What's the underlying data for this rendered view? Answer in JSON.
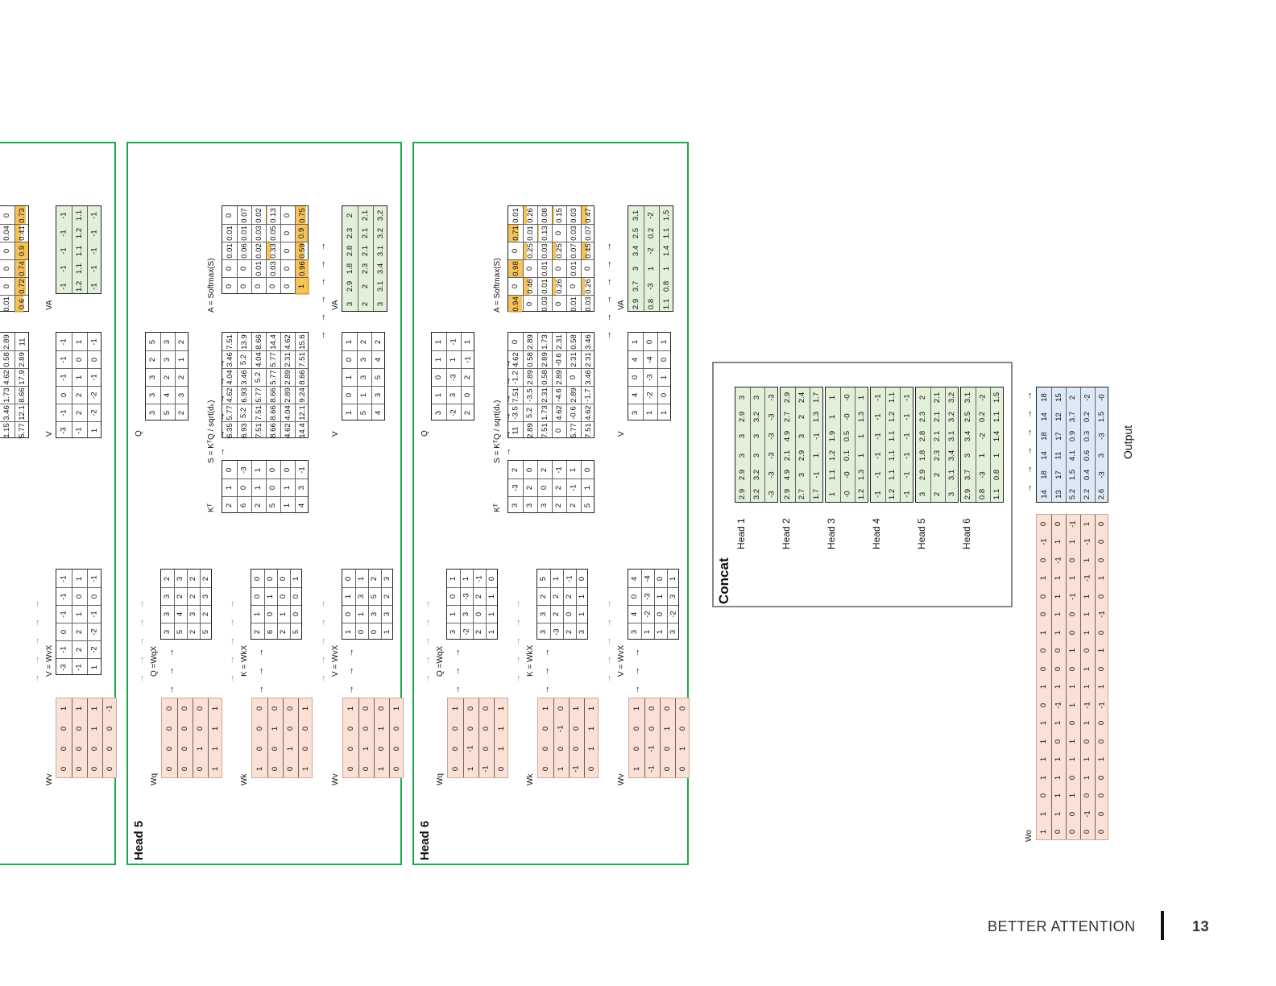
{
  "footer": {
    "section": "BETTER ATTENTION",
    "page": "13"
  },
  "heads": [
    {
      "title": "Head 5",
      "labels": {
        "wq": "Wq",
        "q": "Q =WqX",
        "wk": "Wk",
        "k": "K = WkX",
        "wv": "Wv",
        "v": "V = WvX",
        "kt": "Kᵀ",
        "s": "S = KᵀQ / sqrt(dₖ)",
        "a": "A = Softmax(S)",
        "q2": "Q",
        "v2": "V",
        "va": "VA"
      },
      "wq": [
        [
          "0",
          "0",
          "0",
          "0"
        ],
        [
          "0",
          "0",
          "0",
          "0"
        ],
        [
          "0",
          "1",
          "0",
          "0"
        ],
        [
          "1",
          "1",
          "1",
          "1"
        ]
      ],
      "q": [
        [
          "3",
          "3",
          "3",
          "2"
        ],
        [
          "5",
          "4",
          "2",
          "3"
        ],
        [
          "2",
          "3",
          "2",
          "2"
        ],
        [
          "5",
          "2",
          "3",
          "2"
        ]
      ],
      "wk": [
        [
          "1",
          "0",
          "0",
          "0"
        ],
        [
          "0",
          "0",
          "1",
          "0"
        ],
        [
          "0",
          "1",
          "0",
          "0"
        ],
        [
          "1",
          "0",
          "0",
          "1"
        ]
      ],
      "k": [
        [
          "2",
          "1",
          "0",
          "0"
        ],
        [
          "6",
          "0",
          "1",
          "0"
        ],
        [
          "2",
          "1",
          "0",
          "0"
        ],
        [
          "5",
          "0",
          "0",
          "1"
        ]
      ],
      "wv": [
        [
          "0",
          "0",
          "0",
          "1"
        ],
        [
          "0",
          "1",
          "0",
          "0"
        ],
        [
          "1",
          "0",
          "1",
          "0"
        ],
        [
          "0",
          "0",
          "0",
          "1"
        ]
      ],
      "v": [
        [
          "1",
          "0",
          "1",
          "0"
        ],
        [
          "0",
          "1",
          "3",
          "1"
        ],
        [
          "0",
          "3",
          "5",
          "2"
        ],
        [
          "1",
          "3",
          "2",
          "3"
        ]
      ],
      "kt": [
        [
          "2",
          "1",
          "0"
        ],
        [
          "6",
          "0",
          "-3"
        ],
        [
          "2",
          "1",
          "1"
        ],
        [
          "5",
          "0",
          "0"
        ],
        [
          "1",
          "1",
          "0"
        ],
        [
          "4",
          "3",
          "-1"
        ]
      ],
      "s": [
        [
          "6.35",
          "5.77",
          "4.62",
          "4.04",
          "3.46",
          "7.51"
        ],
        [
          "6.93",
          "5.2",
          "6.93",
          "3.46",
          "5.2",
          "13.9"
        ],
        [
          "7.51",
          "7.51",
          "5.77",
          "5.2",
          "4.04",
          "8.66"
        ],
        [
          "8.66",
          "8.66",
          "8.66",
          "5.77",
          "5.77",
          "14.4"
        ],
        [
          "4.62",
          "4.04",
          "2.89",
          "2.89",
          "2.31",
          "4.62"
        ],
        [
          "14.4",
          "12.1",
          "9.24",
          "8.66",
          "7.51",
          "15.6"
        ]
      ],
      "a": [
        [
          "0",
          "0",
          "0.01",
          "0.01",
          "0"
        ],
        [
          "0",
          "0",
          "0.06",
          "0.01",
          "0.07"
        ],
        [
          "0",
          "0.01",
          "0.02",
          "0.03",
          "0.02"
        ],
        [
          "0",
          "0.03",
          "0.33",
          "0.05",
          "0.13"
        ],
        [
          "0",
          "0",
          "0",
          "0",
          "0"
        ],
        [
          "1",
          "0.96",
          "0.59",
          "0.9",
          "0.75"
        ]
      ],
      "q2": [
        [
          "3",
          "3",
          "3",
          "2",
          "5"
        ],
        [
          "5",
          "4",
          "2",
          "3",
          "3"
        ],
        [
          "2",
          "3",
          "2",
          "1",
          "2"
        ]
      ],
      "v2": [
        [
          "1",
          "0",
          "1",
          "0",
          "1"
        ],
        [
          "5",
          "1",
          "3",
          "3",
          "2"
        ],
        [
          "4",
          "3",
          "5",
          "4",
          "2"
        ]
      ],
      "va": [
        [
          "3",
          "2.9",
          "1.8",
          "2.8",
          "2.3",
          "2"
        ],
        [
          "2",
          "2",
          "2.3",
          "2.1",
          "2.1",
          "2.1"
        ],
        [
          "3",
          "3.1",
          "3.4",
          "3.1",
          "3.2",
          "3.2"
        ]
      ]
    },
    {
      "title": "Head 6",
      "labels": {
        "wq": "Wq",
        "q": "Q =WqX",
        "wk": "Wk",
        "k": "K = WkX",
        "wv": "Wv",
        "v": "V = WvX",
        "kt": "Kᵀ",
        "s": "S = KᵀQ / sqrt(dₖ)",
        "a": "A = Softmax(S)",
        "q2": "Q",
        "v2": "V",
        "va": "VA"
      },
      "wq": [
        [
          "0",
          "0",
          "0",
          "1"
        ],
        [
          "1",
          "-1",
          "0",
          "0"
        ],
        [
          "-1",
          "0",
          "0",
          "0"
        ],
        [
          "0",
          "1",
          "1",
          "1"
        ]
      ],
      "q": [
        [
          "3",
          "1",
          "0",
          "1"
        ],
        [
          "-2",
          "3",
          "-3",
          "1"
        ],
        [
          "2",
          "0",
          "2",
          "-1"
        ],
        [
          "1",
          "1",
          "1",
          "0"
        ]
      ],
      "wk": [
        [
          "0",
          "0",
          "0",
          "1"
        ],
        [
          "1",
          "0",
          "-1",
          "0"
        ],
        [
          "-1",
          "0",
          "0",
          "1"
        ],
        [
          "0",
          "1",
          "1",
          "1"
        ]
      ],
      "k": [
        [
          "3",
          "3",
          "2",
          "5"
        ],
        [
          "-3",
          "2",
          "2",
          "1"
        ],
        [
          "2",
          "0",
          "2",
          "-1"
        ],
        [
          "3",
          "1",
          "1",
          "0"
        ]
      ],
      "wv": [
        [
          "1",
          "0",
          "0",
          "1"
        ],
        [
          "-1",
          "-1",
          "0",
          "0"
        ],
        [
          "0",
          "0",
          "1",
          "0"
        ],
        [
          "0",
          "1",
          "0",
          "0"
        ]
      ],
      "v": [
        [
          "3",
          "4",
          "0",
          "4"
        ],
        [
          "1",
          "-2",
          "-3",
          "-4"
        ],
        [
          "1",
          "0",
          "1",
          "0"
        ],
        [
          "3",
          "-2",
          "3",
          "1"
        ]
      ],
      "kt": [
        [
          "3",
          "-3",
          "2"
        ],
        [
          "3",
          "2",
          "0"
        ],
        [
          "3",
          "0",
          "2"
        ],
        [
          "2",
          "2",
          "-1"
        ],
        [
          "2",
          "-1",
          "1"
        ],
        [
          "5",
          "1",
          "0"
        ]
      ],
      "s": [
        [
          "11",
          "-3.5",
          "7.51",
          "-1.2",
          "4.62",
          "0"
        ],
        [
          "2.89",
          "5.2",
          "-3.5",
          "2.89",
          "0.58",
          "2.89"
        ],
        [
          "7.51",
          "1.73",
          "2.31",
          "0.58",
          "2.89",
          "1.73"
        ],
        [
          "0",
          "4.62",
          "-4.6",
          "2.89",
          "-0.6",
          "2.31"
        ],
        [
          "5.77",
          "-0.6",
          "2.89",
          "0",
          "2.31",
          "0.58"
        ],
        [
          "7.51",
          "4.62",
          "-1.7",
          "3.46",
          "2.31",
          "3.46"
        ]
      ],
      "a": [
        [
          "0.94",
          "0",
          "0.98",
          "0",
          "0.71",
          "0.01"
        ],
        [
          "0",
          "0.46",
          "0",
          "0.25",
          "0.01",
          "0.26"
        ],
        [
          "0.03",
          "0.01",
          "0.01",
          "0.03",
          "0.13",
          "0.08"
        ],
        [
          "0",
          "0.26",
          "0",
          "0.25",
          "0",
          "0.15"
        ],
        [
          "0.01",
          "0",
          "0.01",
          "0.07",
          "0.03",
          "0.03"
        ],
        [
          "0.03",
          "0.26",
          "0",
          "0.45",
          "0.07",
          "0.47"
        ]
      ],
      "q2": [
        [
          "3",
          "1",
          "0",
          "1",
          "1"
        ],
        [
          "-2",
          "3",
          "-3",
          "1",
          "-1"
        ],
        [
          "2",
          "0",
          "2",
          "-1",
          "1"
        ]
      ],
      "v2": [
        [
          "3",
          "4",
          "0",
          "4",
          "1"
        ],
        [
          "1",
          "-2",
          "-3",
          "-4",
          "0"
        ],
        [
          "1",
          "0",
          "1",
          "0",
          "1"
        ]
      ],
      "va": [
        [
          "2.9",
          "3.7",
          "3",
          "3.4",
          "2.5",
          "3.1"
        ],
        [
          "0.8",
          "-3",
          "1",
          "-2",
          "0.2",
          "-2"
        ],
        [
          "1.1",
          "0.8",
          "1",
          "1.4",
          "1.1",
          "1.5"
        ]
      ]
    }
  ],
  "partial_head": {
    "va": [
      [
        "-1",
        "-1",
        "-1",
        "-1",
        "-1"
      ],
      [
        "1.2",
        "1.1",
        "1.1",
        "1.2",
        "1.1"
      ],
      [
        "-1",
        "-1",
        "-1",
        "-1",
        "-1"
      ]
    ],
    "v": [
      [
        "-3",
        "-1",
        "0",
        "-1",
        "-1",
        "-1"
      ],
      [
        "-1",
        "2",
        "2",
        "1",
        "0",
        "1"
      ],
      [
        "1",
        "-2",
        "-2",
        "-1",
        "0",
        "-1"
      ]
    ],
    "top": [
      [
        "0.01",
        "0",
        "0",
        "0",
        "0.04",
        "0"
      ],
      [
        "0.6",
        "0.72",
        "0.74",
        "0.9",
        "0.41",
        "0.73"
      ]
    ],
    "s_top": [
      [
        "1.15",
        "3.46",
        "1.73",
        "4.62",
        "0.58",
        "2.89"
      ],
      [
        "5.77",
        "12.1",
        "8.66",
        "17.9",
        "2.89",
        "11"
      ]
    ],
    "vwx": [
      [
        "-3",
        "-1",
        "0",
        "-1",
        "-1",
        "-1"
      ],
      [
        "-1",
        "2",
        "2",
        "1",
        "0",
        "1"
      ],
      [
        "1",
        "-2",
        "-2",
        "-1",
        "0",
        "-1"
      ]
    ],
    "wv": [
      [
        "0",
        "0",
        "0",
        "1"
      ],
      [
        "0",
        "0",
        "0",
        "1"
      ],
      [
        "0",
        "0",
        "1",
        "1"
      ],
      [
        "0",
        "0",
        "0",
        "-1"
      ]
    ],
    "labels": {
      "v": "V",
      "va": "VA",
      "wv": "Wv",
      "vwx": "V = WvX"
    }
  },
  "concat": {
    "title": "Concat",
    "heads": [
      "Head 1",
      "Head 2",
      "Head 3",
      "Head 4",
      "Head 5",
      "Head 6"
    ],
    "rows": [
      [
        [
          "2.9",
          "2.9",
          "3",
          "3",
          "2.9",
          "3"
        ],
        [
          "3.2",
          "3.2",
          "3",
          "3",
          "3.2",
          "3"
        ],
        [
          "-3",
          "-3",
          "-3",
          "-3",
          "-3",
          "-3"
        ]
      ],
      [
        [
          "2.9",
          "4.9",
          "2.1",
          "4.9",
          "2.7",
          "2.9"
        ],
        [
          "2.7",
          "3",
          "2.9",
          "3",
          "2",
          "2.4"
        ],
        [
          "1.7",
          "-1",
          "1",
          "-1",
          "1.3",
          "1.7"
        ]
      ],
      [
        [
          "1",
          "1.1",
          "1.2",
          "1.9",
          "1",
          "1"
        ],
        [
          "-0",
          "-0",
          "0.1",
          "0.5",
          "-0",
          "-0"
        ],
        [
          "1.2",
          "1.3",
          "1",
          "1",
          "1.3",
          "1"
        ]
      ],
      [
        [
          "-1",
          "-1",
          "-1",
          "-1",
          "-1",
          "-1"
        ],
        [
          "1.2",
          "1.1",
          "1.1",
          "1.1",
          "1.2",
          "1.1"
        ],
        [
          "-1",
          "-1",
          "-1",
          "-1",
          "-1",
          "-1"
        ]
      ],
      [
        [
          "3",
          "2.9",
          "1.8",
          "2.8",
          "2.3",
          "2"
        ],
        [
          "2",
          "2",
          "2.3",
          "2.1",
          "2.1",
          "2.1"
        ],
        [
          "3",
          "3.1",
          "3.4",
          "3.1",
          "3.2",
          "3.2"
        ]
      ],
      [
        [
          "2.9",
          "3.7",
          "3",
          "3.4",
          "2.5",
          "3.1"
        ],
        [
          "0.8",
          "-3",
          "1",
          "-2",
          "0.2",
          "-2"
        ],
        [
          "1.1",
          "0.8",
          "1",
          "1.4",
          "1.1",
          "1.5"
        ]
      ]
    ]
  },
  "wo": {
    "label": "Wo",
    "rows": [
      [
        "1",
        "1",
        "0",
        "1",
        "1",
        "1",
        "1",
        "0",
        "1",
        "0",
        "0",
        "1",
        "0",
        "0",
        "1",
        "0",
        "-1",
        "0"
      ],
      [
        "0",
        "1",
        "1",
        "1",
        "1",
        "0",
        "1",
        "-1",
        "1",
        "0",
        "0",
        "1",
        "1",
        "1",
        "1",
        "-1",
        "1",
        "0"
      ],
      [
        "0",
        "0",
        "1",
        "0",
        "1",
        "1",
        "0",
        "1",
        "1",
        "0",
        "1",
        "0",
        "0",
        "-1",
        "1",
        "0",
        "1",
        "-1"
      ],
      [
        "0",
        "-1",
        "0",
        "1",
        "1",
        "0",
        "1",
        "-1",
        "1",
        "1",
        "0",
        "1",
        "1",
        "1",
        "-1",
        "1",
        "-1",
        "1"
      ],
      [
        "0",
        "0",
        "0",
        "0",
        "1",
        "0",
        "0",
        "-1",
        "1",
        "0",
        "1",
        "0",
        "-1",
        "0",
        "1",
        "0",
        "0",
        "0"
      ]
    ]
  },
  "output": {
    "label": "Output",
    "rows": [
      [
        "14",
        "18",
        "14",
        "18",
        "14",
        "18"
      ],
      [
        "13",
        "17",
        "11",
        "17",
        "12",
        "15"
      ],
      [
        "5.2",
        "1.5",
        "4.1",
        "0.9",
        "3.7",
        "2"
      ],
      [
        "2.2",
        "0.4",
        "0.6",
        "0.3",
        "0.2",
        "-2"
      ],
      [
        "2.6",
        "-3",
        "3",
        "-3",
        "1.5",
        "-0"
      ]
    ]
  },
  "colors": {
    "frame": "#1fa84a",
    "pink": "#fbe0d5",
    "green": "#e2efd9",
    "blue": "#dde9f7",
    "heat": "#f5b83d",
    "arrow_orange": "#e8743b"
  }
}
